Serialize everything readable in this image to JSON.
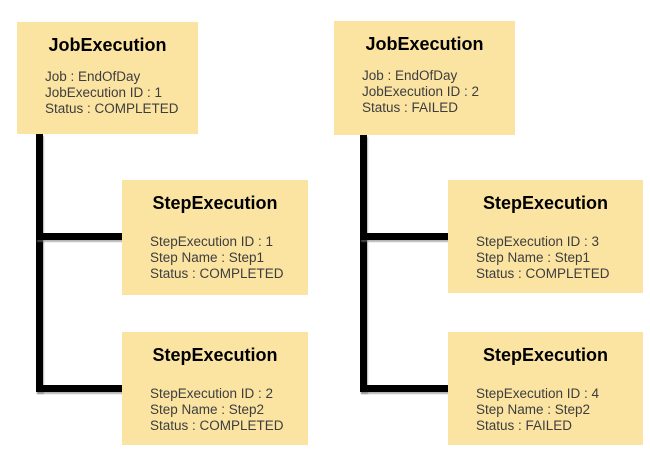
{
  "diagram": {
    "colors": {
      "background": "#ffffff",
      "box_fill": "#fbe4a2",
      "connector": "#000000",
      "title_text": "#000000",
      "body_text": "#3d3d3d"
    },
    "groups": [
      {
        "job": {
          "title": "JobExecution",
          "lines": [
            "Job : EndOfDay",
            "JobExecution ID : 1",
            "Status : COMPLETED"
          ]
        },
        "steps": [
          {
            "title": "StepExecution",
            "lines": [
              "StepExecution ID : 1",
              "Step Name : Step1",
              "Status : COMPLETED"
            ]
          },
          {
            "title": "StepExecution",
            "lines": [
              "StepExecution ID : 2",
              "Step Name : Step2",
              "Status : COMPLETED"
            ]
          }
        ]
      },
      {
        "job": {
          "title": "JobExecution",
          "lines": [
            "Job : EndOfDay",
            "JobExecution ID : 2",
            "Status : FAILED"
          ]
        },
        "steps": [
          {
            "title": "StepExecution",
            "lines": [
              "StepExecution ID : 3",
              "Step Name : Step1",
              "Status : COMPLETED"
            ]
          },
          {
            "title": "StepExecution",
            "lines": [
              "StepExecution ID : 4",
              "Step Name : Step2",
              "Status : FAILED"
            ]
          }
        ]
      }
    ]
  }
}
